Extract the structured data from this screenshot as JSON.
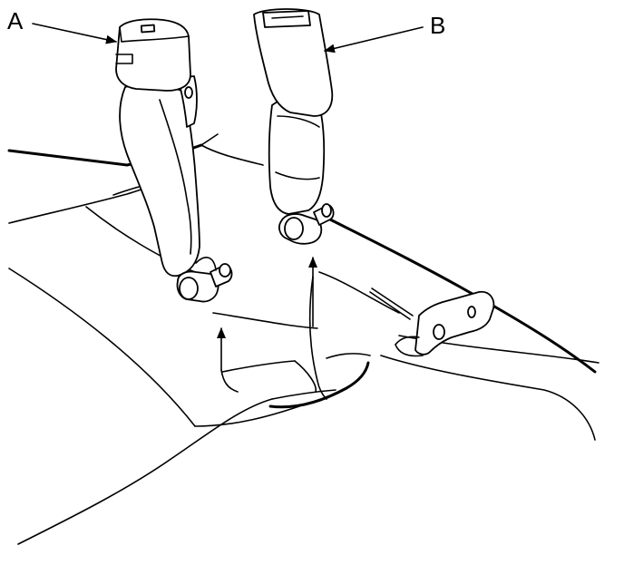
{
  "diagram": {
    "callouts": [
      {
        "id": "A",
        "label": "A",
        "target": "buckle-a"
      },
      {
        "id": "B",
        "label": "B",
        "target": "buckle-b"
      }
    ],
    "colors": {
      "line": "#000000",
      "background": "#ffffff"
    }
  }
}
